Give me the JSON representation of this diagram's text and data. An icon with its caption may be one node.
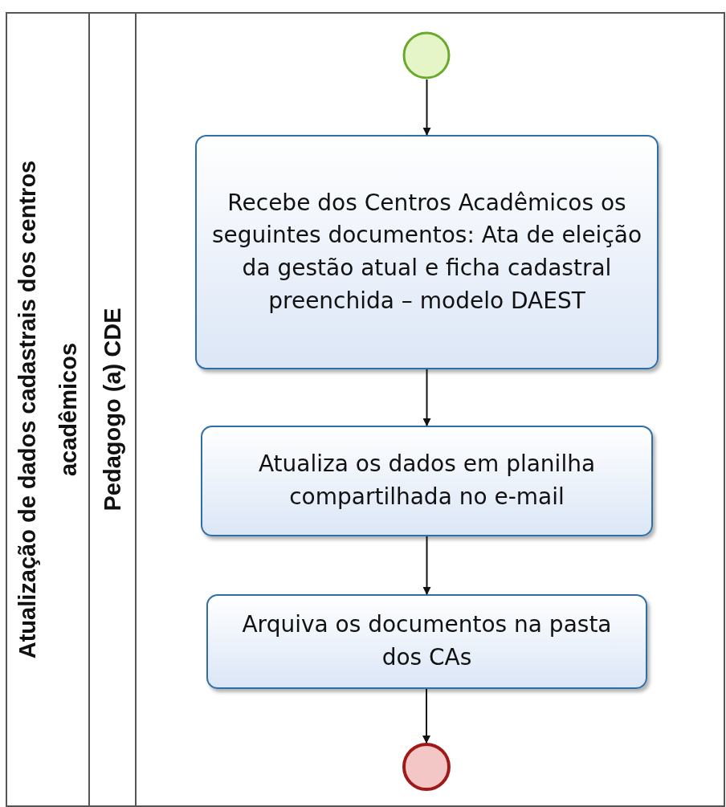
{
  "diagram": {
    "nodes": [
      {
        "text": [
          "Atualização de dados cadastrais dos centros acadêmicos"
        ]
      },
      {
        "text": [
          "Pedagogo (a) CDE"
        ],
        "in": 0
      },
      {
        "text": [],
        "shape": "circle",
        "in": 1
      },
      {
        "text": [
          "Recebe dos Centros Acadêmicos os seguintes documentos: Ata de eleição da gestão atual e ficha cadastral preenchida – modelo DAEST"
        ],
        "in": 1
      },
      {
        "text": [
          "Atualiza os dados em planilha compartilhada no e-mail"
        ],
        "in": 1
      },
      {
        "text": [
          "Arquiva os documentos na pasta dos CAs"
        ],
        "in": 1
      },
      {
        "text": [],
        "shape": "circle",
        "in": 1
      }
    ],
    "edges": [
      {
        "from": 2,
        "to": 3,
        "arrow": "to"
      },
      {
        "from": 3,
        "to": 4,
        "arrow": "to"
      },
      {
        "from": 4,
        "to": 5,
        "arrow": "to"
      },
      {
        "from": 5,
        "to": 6,
        "arrow": "to"
      }
    ]
  }
}
